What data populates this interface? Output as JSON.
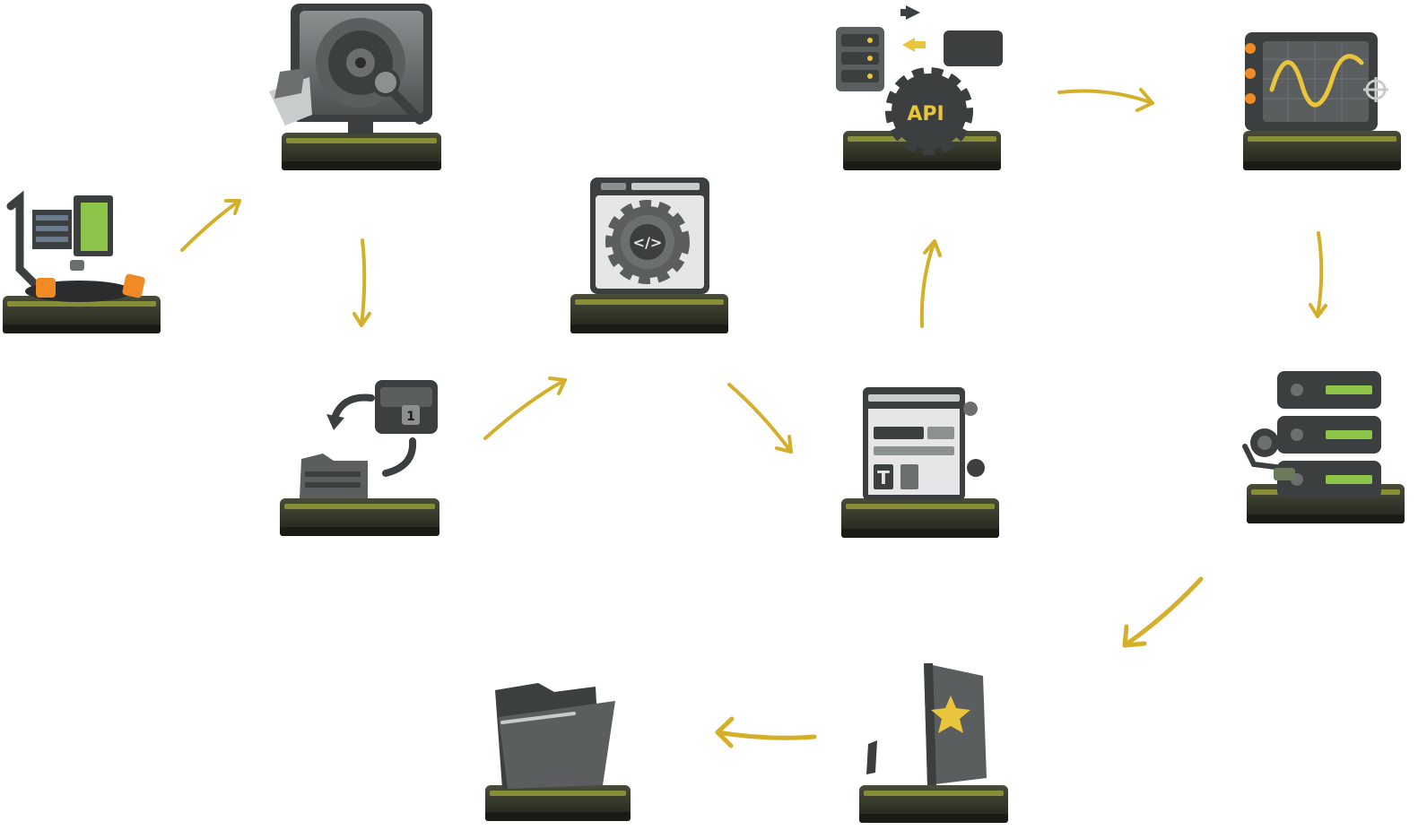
{
  "diagram": {
    "colors": {
      "arrow": "#d4af2a",
      "pedestal_top": "#3a3d2e",
      "pedestal_edge": "#b8c23a",
      "dark": "#3b3f40",
      "mid": "#6b6f70",
      "light": "#c9cccd",
      "accent_orange": "#f08a24",
      "accent_green": "#8dc44a",
      "accent_yellow": "#e8c53a"
    },
    "nodes": [
      {
        "id": "dashboard-panel",
        "icon": "dashboard-screen-icon"
      },
      {
        "id": "audio-speaker",
        "icon": "speaker-monitor-icon"
      },
      {
        "id": "sync-folder",
        "icon": "folder-sync-icon"
      },
      {
        "id": "code-settings",
        "icon": "code-gear-window-icon"
      },
      {
        "id": "api-gateway",
        "icon": "api-gear-icon",
        "label": "API"
      },
      {
        "id": "web-form",
        "icon": "web-form-icon",
        "label": "T"
      },
      {
        "id": "signal-monitor",
        "icon": "oscilloscope-icon"
      },
      {
        "id": "server-rack",
        "icon": "server-rack-icon"
      },
      {
        "id": "favorite-document",
        "icon": "star-document-icon"
      },
      {
        "id": "open-folder",
        "icon": "open-folder-icon"
      }
    ],
    "edges": [
      {
        "from": "dashboard-panel",
        "to": "audio-speaker"
      },
      {
        "from": "audio-speaker",
        "to": "sync-folder"
      },
      {
        "from": "sync-folder",
        "to": "code-settings"
      },
      {
        "from": "code-settings",
        "to": "web-form"
      },
      {
        "from": "web-form",
        "to": "api-gateway"
      },
      {
        "from": "api-gateway",
        "to": "signal-monitor"
      },
      {
        "from": "signal-monitor",
        "to": "server-rack"
      },
      {
        "from": "server-rack",
        "to": "favorite-document"
      },
      {
        "from": "favorite-document",
        "to": "open-folder"
      }
    ]
  }
}
